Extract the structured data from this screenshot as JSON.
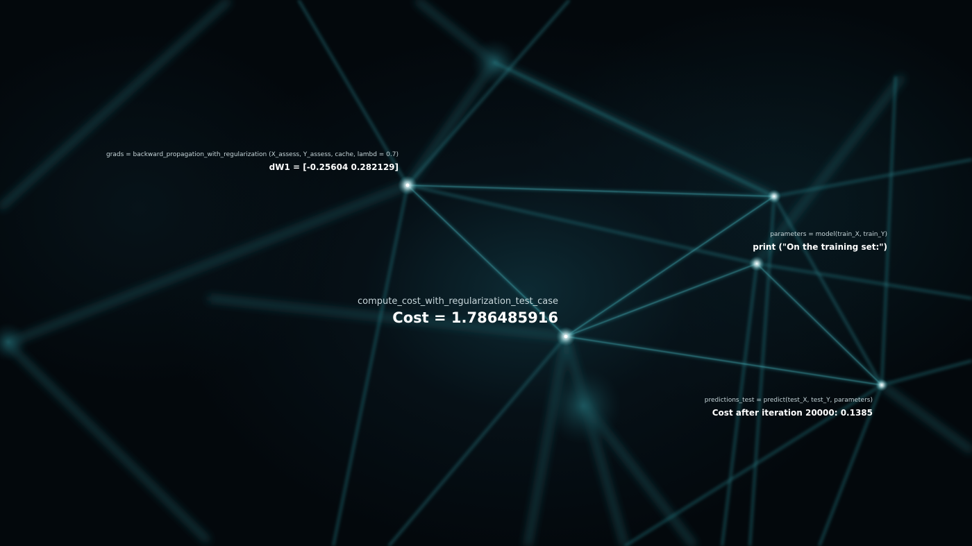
{
  "annotations": {
    "grads": {
      "code": "grads = backward_propagation_with_regularization (X_assess, Y_assess, cache, lambd = 0.7)",
      "value": "dW1 = [-0.25604 0.282129]"
    },
    "params": {
      "code": "parameters = model(train_X, train_Y)",
      "value": "print (\"On the training set:\")"
    },
    "cost": {
      "code": "compute_cost_with_regularization_test_case",
      "value": "Cost = 1.786485916"
    },
    "pred": {
      "code": "predictions_test = predict(test_X, test_Y, parameters)",
      "value": "Cost after iteration 20000: 0.1385"
    }
  },
  "colors": {
    "background": "#03080c",
    "line": "#2f8f97",
    "node_glow": "#ffffff",
    "text": "#ffffff"
  }
}
